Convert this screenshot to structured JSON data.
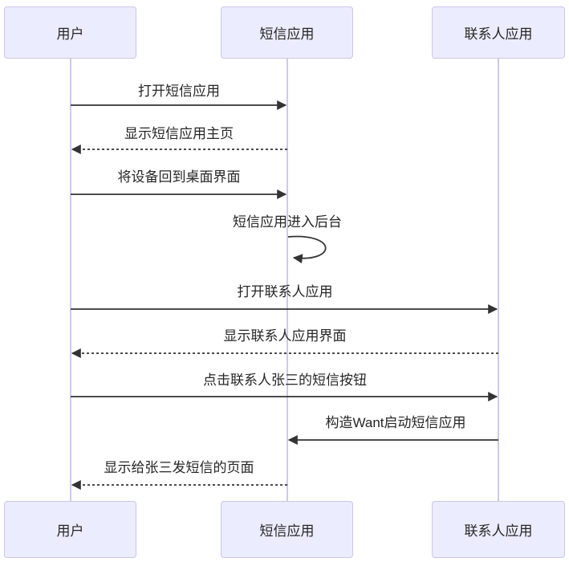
{
  "diagram": {
    "type": "sequence-diagram",
    "actors": [
      {
        "name": "用户"
      },
      {
        "name": "短信应用"
      },
      {
        "name": "联系人应用"
      }
    ],
    "messages": [
      {
        "from": "用户",
        "to": "短信应用",
        "text": "打开短信应用",
        "line": "solid"
      },
      {
        "from": "短信应用",
        "to": "用户",
        "text": "显示短信应用主页",
        "line": "dashed"
      },
      {
        "from": "用户",
        "to": "短信应用",
        "text": "将设备回到桌面界面",
        "line": "solid"
      },
      {
        "from": "短信应用",
        "to": "短信应用",
        "text": "短信应用进入后台",
        "line": "self-loop"
      },
      {
        "from": "用户",
        "to": "联系人应用",
        "text": "打开联系人应用",
        "line": "solid"
      },
      {
        "from": "联系人应用",
        "to": "用户",
        "text": "显示联系人应用界面",
        "line": "dashed"
      },
      {
        "from": "用户",
        "to": "联系人应用",
        "text": "点击联系人张三的短信按钮",
        "line": "solid"
      },
      {
        "from": "联系人应用",
        "to": "短信应用",
        "text": "构造Want启动短信应用",
        "line": "solid"
      },
      {
        "from": "短信应用",
        "to": "用户",
        "text": "显示给张三发短信的页面",
        "line": "dashed"
      }
    ],
    "colors": {
      "actor_fill": "#ECECFF",
      "actor_border": "#CBC7E6",
      "lifeline": "#CFC9EC",
      "line": "#333333",
      "text": "#262626"
    }
  }
}
